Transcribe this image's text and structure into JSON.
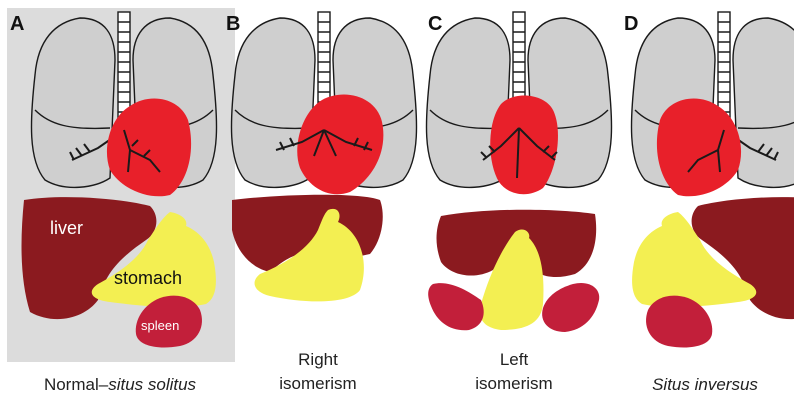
{
  "colors": {
    "panel_bg": "#dcdcdc",
    "lung": "#cfcfcf",
    "outline": "#1a1a1a",
    "heart": "#e8202a",
    "liver": "#8b1a1f",
    "stomach": "#f3ef52",
    "spleen": "#c21f3a"
  },
  "panels": [
    {
      "letter": "A",
      "caption_normal": "Normal–",
      "caption_italic": "situs solitus"
    },
    {
      "letter": "B",
      "caption_line1": "Right",
      "caption_line2": "isomerism"
    },
    {
      "letter": "C",
      "caption_line1": "Left",
      "caption_line2": "isomerism"
    },
    {
      "letter": "D",
      "caption_italic": "Situs inversus"
    }
  ],
  "organ_labels": {
    "liver": "liver",
    "stomach": "stomach",
    "spleen": "spleen"
  }
}
